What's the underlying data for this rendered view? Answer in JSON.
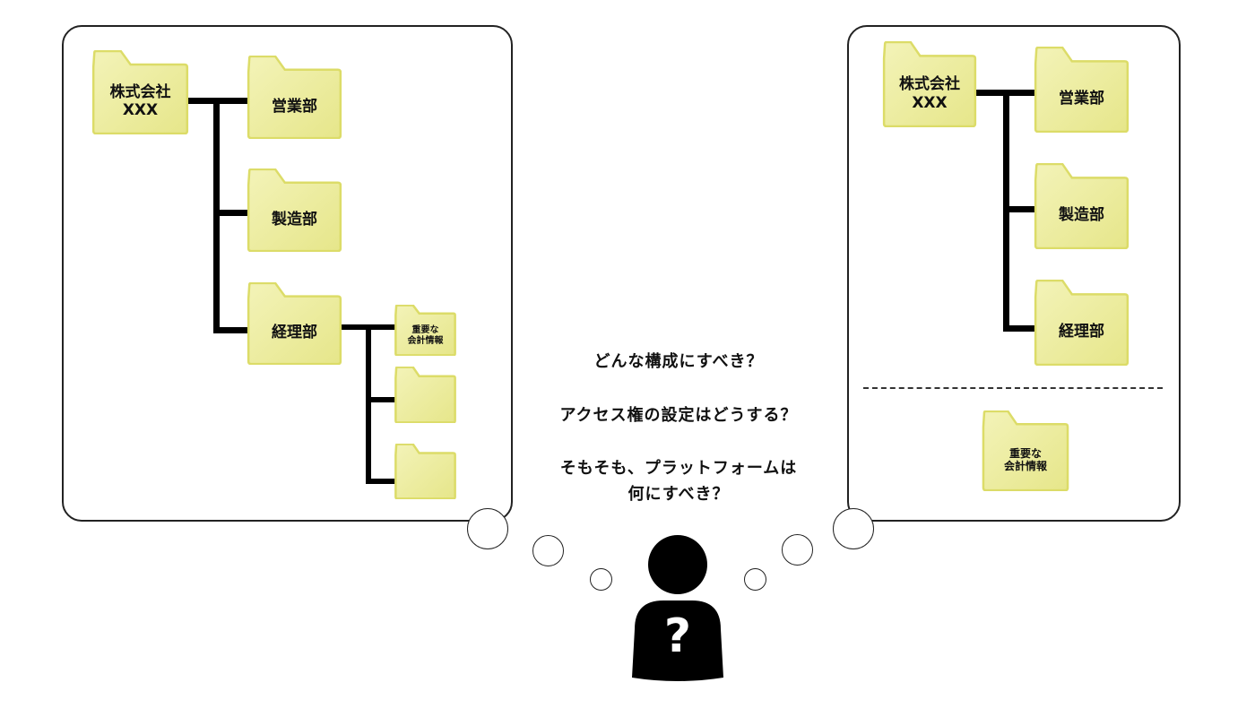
{
  "colors": {
    "folder_fill": "#ecec9c",
    "folder_stroke": "#dede6a",
    "line": "#000000"
  },
  "left_tree": {
    "root": "株式会社\nXXX",
    "departments": [
      "営業部",
      "製造部",
      "経理部"
    ],
    "sub_folder": "重要な\n会計情報"
  },
  "right_tree": {
    "root": "株式会社\nXXX",
    "departments": [
      "営業部",
      "製造部",
      "経理部"
    ],
    "separate_folder": "重要な\n会計情報"
  },
  "questions": [
    "どんな構成にすべき？",
    "アクセス権の設定はどうする？",
    "そもそも、プラットフォームは",
    "何にすべき？"
  ],
  "person": {
    "icon": "person-question-icon",
    "mark": "?"
  }
}
